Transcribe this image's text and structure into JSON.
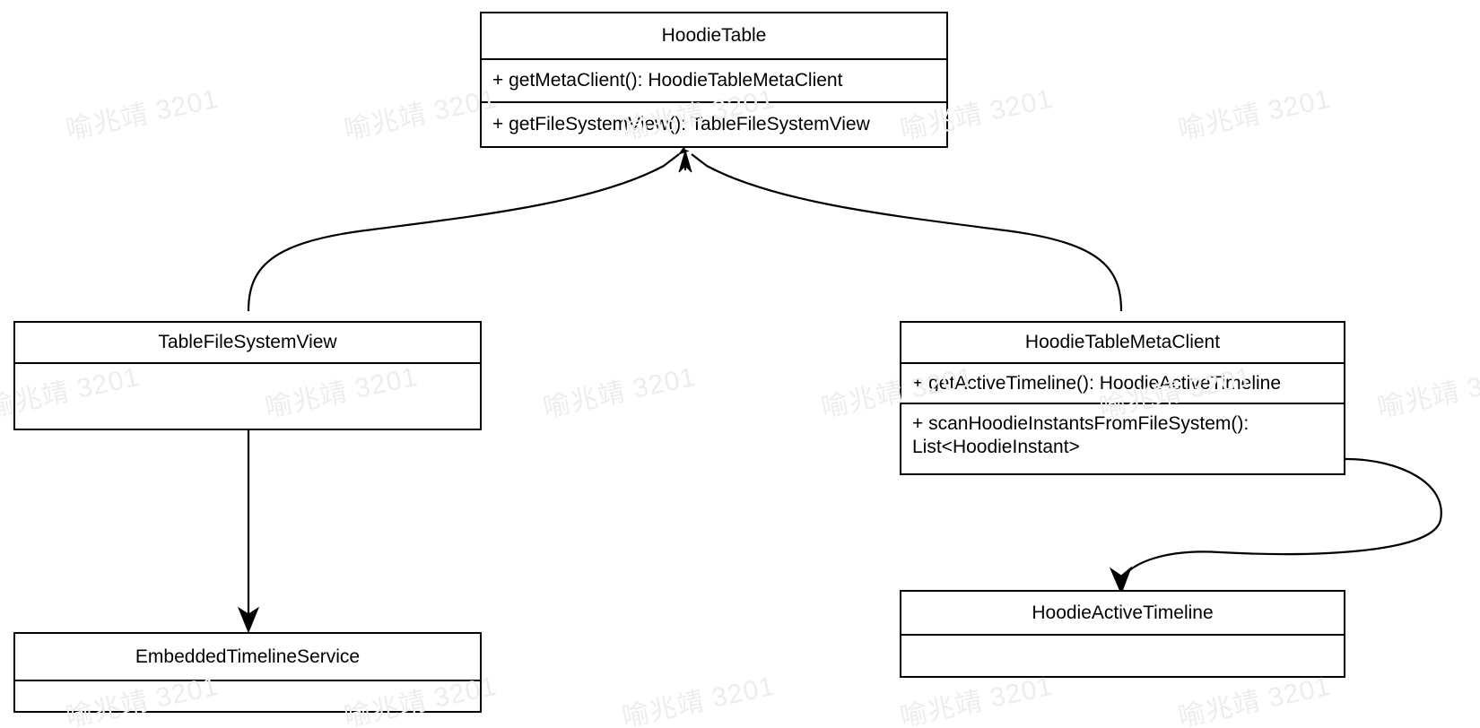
{
  "diagram": {
    "title": "HoodieTable class relationships",
    "type": "uml-class-diagram",
    "background_color": "#ffffff",
    "line_color": "#000000",
    "text_color": "#000000"
  },
  "classes": [
    {
      "id": "hoodie-table",
      "name": "HoodieTable",
      "methods": [
        "+ getMetaClient(): HoodieTableMetaClient",
        "+ getFileSystemView(): TableFileSystemView"
      ]
    },
    {
      "id": "table-file-system-view",
      "name": "TableFileSystemView",
      "methods": []
    },
    {
      "id": "hoodie-table-meta-client",
      "name": "HoodieTableMetaClient",
      "methods": [
        "+ getActiveTimeline(): HoodieActiveTimeline",
        "+ scanHoodieInstantsFromFileSystem(): List<HoodieInstant>"
      ]
    },
    {
      "id": "embedded-timeline-service",
      "name": "EmbeddedTimelineService",
      "methods": []
    },
    {
      "id": "hoodie-active-timeline",
      "name": "HoodieActiveTimeline",
      "methods": []
    }
  ],
  "relations": [
    {
      "id": "rel-tfsv-to-hoodietable",
      "from": "TableFileSystemView",
      "to": "HoodieTable",
      "style": "curved",
      "arrow": "open-arrow-at-target"
    },
    {
      "id": "rel-metaclient-to-hoodietable",
      "from": "HoodieTableMetaClient",
      "to": "HoodieTable",
      "style": "curved",
      "arrow": "open-arrow-at-target"
    },
    {
      "id": "rel-tfsv-to-embedded",
      "from": "TableFileSystemView",
      "to": "EmbeddedTimelineService",
      "style": "straight",
      "arrow": "open-arrow-at-target"
    },
    {
      "id": "rel-metaclient-to-activetimeline",
      "from": "HoodieTableMetaClient",
      "to": "HoodieActiveTimeline",
      "style": "curved",
      "arrow": "open-arrow-at-target"
    }
  ],
  "watermark": {
    "text": "喻兆靖 3201",
    "color": "#eceded"
  }
}
